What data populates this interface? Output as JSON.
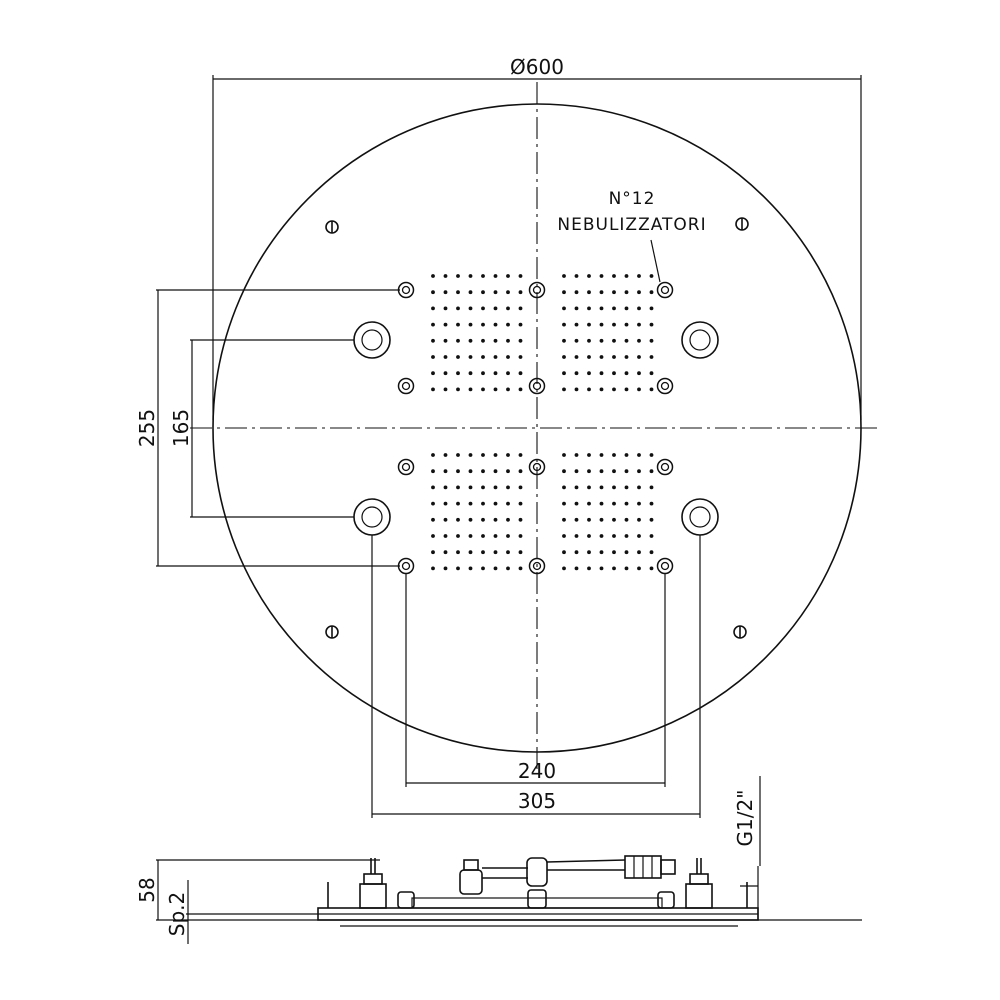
{
  "dimensions": {
    "diameter": "Ø600",
    "height_outer": "255",
    "height_inner": "165",
    "width_inner": "240",
    "width_outer": "305",
    "thread": "G1/2\"",
    "side_height": "58",
    "side_thickness": "Sp.2"
  },
  "note": {
    "line1": "N°12",
    "line2": "NEBULIZZATORI"
  },
  "colors": {
    "line": "#111111",
    "background": "#ffffff"
  }
}
